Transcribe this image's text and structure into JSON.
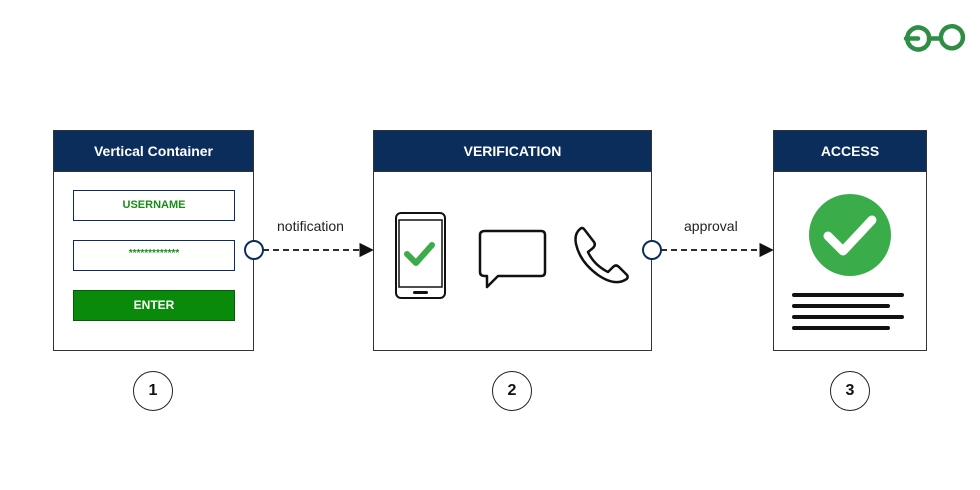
{
  "logo": {
    "text": "GfG",
    "color": "#2f8d46"
  },
  "colors": {
    "header_bg": "#0b2d5b",
    "accent_green": "#0a8a0a",
    "check_green": "#3aad4a"
  },
  "panels": {
    "login": {
      "title": "Vertical Container",
      "username_label": "USERNAME",
      "password_mask": "*************",
      "enter_label": "ENTER"
    },
    "verification": {
      "title": "VERIFICATION",
      "icons": [
        "smartphone-check-icon",
        "chat-bubble-icon",
        "phone-icon"
      ]
    },
    "access": {
      "title": "ACCESS",
      "icons": [
        "check-circle-icon",
        "text-lines-icon"
      ]
    }
  },
  "connectors": {
    "first_label": "notification",
    "second_label": "approval"
  },
  "steps": [
    "1",
    "2",
    "3"
  ]
}
